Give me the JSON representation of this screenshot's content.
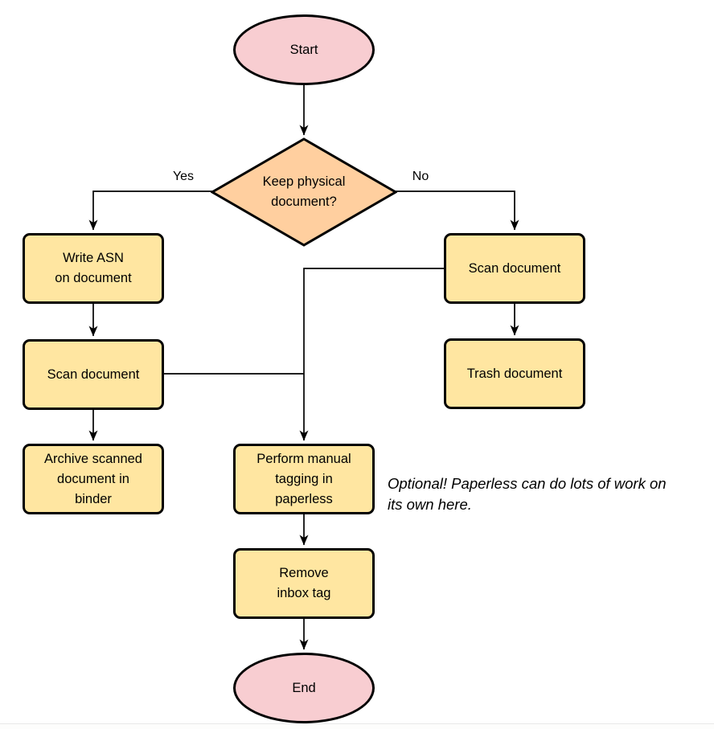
{
  "colors": {
    "terminator_fill": "#f8cdd1",
    "decision_fill": "#ffcf9f",
    "process_fill": "#ffe6a1",
    "stroke": "#000000",
    "background": "#ffffff"
  },
  "flowchart": {
    "nodes": {
      "start": {
        "type": "terminator",
        "label": "Start"
      },
      "decision": {
        "type": "decision",
        "label": "Keep physical\ndocument?"
      },
      "write_asn": {
        "type": "process",
        "label": "Write ASN\non document"
      },
      "scan_left": {
        "type": "process",
        "label": "Scan document"
      },
      "archive": {
        "type": "process",
        "label": "Archive scanned\ndocument in\nbinder"
      },
      "scan_right": {
        "type": "process",
        "label": "Scan document"
      },
      "trash": {
        "type": "process",
        "label": "Trash document"
      },
      "tagging": {
        "type": "process",
        "label": "Perform manual\ntagging in\npaperless"
      },
      "remove_inbox": {
        "type": "process",
        "label": "Remove\ninbox tag"
      },
      "end": {
        "type": "terminator",
        "label": "End"
      }
    },
    "edge_labels": {
      "yes": "Yes",
      "no": "No"
    },
    "annotation": "Optional! Paperless can do lots of work on\nits own here."
  }
}
